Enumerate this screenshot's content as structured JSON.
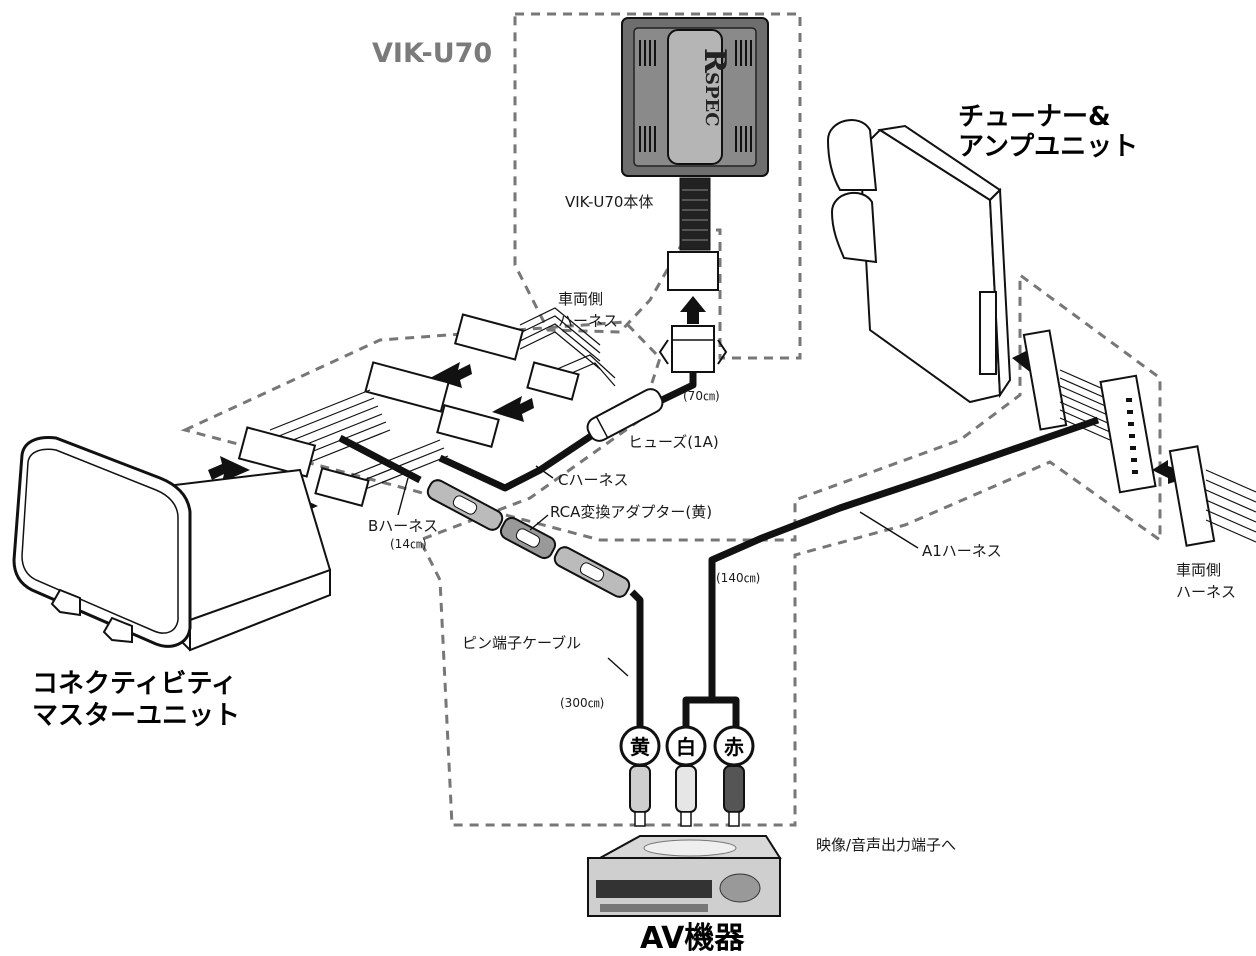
{
  "title": {
    "device": "VIK-U70",
    "tuner_line1": "チューナー&",
    "tuner_line2": "アンプユニット",
    "master_line1": "コネクティビティ",
    "master_line2": "マスターユニット",
    "av": "AV機器"
  },
  "brand": {
    "logo_letter": "R",
    "logo_word": "SPEC"
  },
  "labels": {
    "body": "VIK-U70本体",
    "vehicle_harness_1_line1": "車両側",
    "vehicle_harness_1_line2": "ハーネス",
    "vehicle_harness_2_line1": "車両側",
    "vehicle_harness_2_line2": "ハーネス",
    "len_70": "(70㎝)",
    "fuse": "ヒューズ(1A)",
    "c_harness": "Cハーネス",
    "rca_adapter": "RCA変換アダプター(黄)",
    "b_harness": "Bハーネス",
    "len_14": "(14㎝)",
    "a1_harness": "A1ハーネス",
    "len_140": "(140㎝)",
    "pin_cable": "ピン端子ケーブル",
    "len_300": "(300㎝)",
    "output": "映像/音声出力端子へ"
  },
  "plugs": [
    {
      "label": "黄",
      "color": "#cfcfcf"
    },
    {
      "label": "白",
      "color": "#e6e6e6"
    },
    {
      "label": "赤",
      "color": "#555555"
    }
  ],
  "colors": {
    "dashed_border": "#777777",
    "unit_body": "#6e6e6e",
    "cable": "#111111"
  }
}
